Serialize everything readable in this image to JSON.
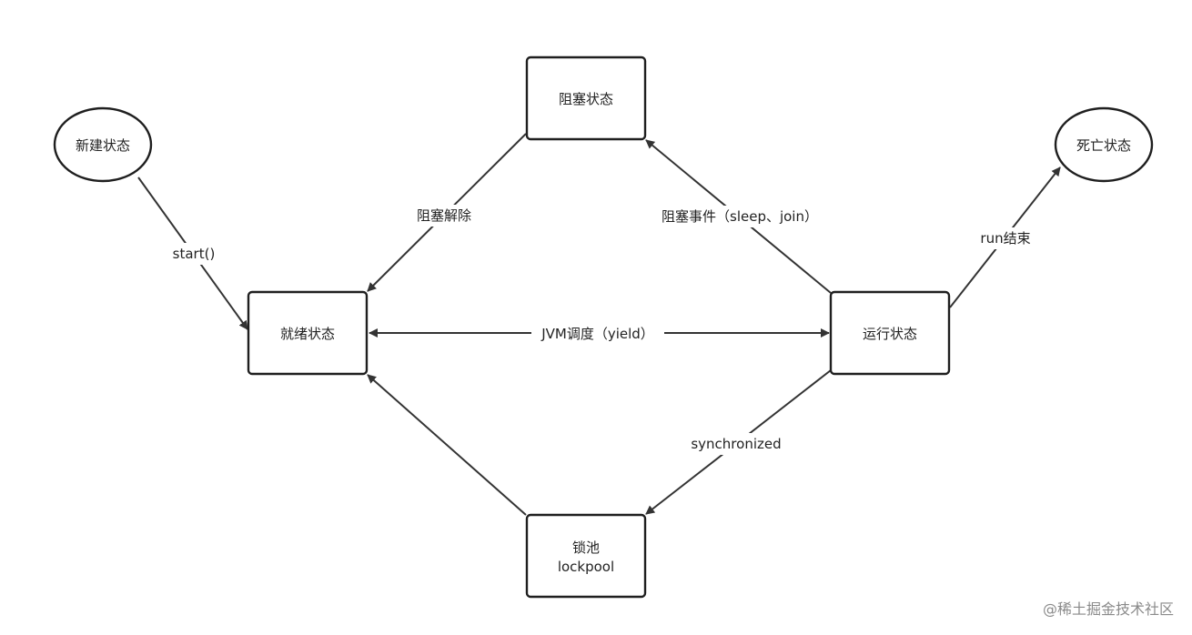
{
  "diagram": {
    "nodes": {
      "new": {
        "label": "新建状态",
        "shape": "ellipse"
      },
      "ready": {
        "label": "就绪状态",
        "shape": "rect"
      },
      "running": {
        "label": "运行状态",
        "shape": "rect"
      },
      "blocked": {
        "label": "阻塞状态",
        "shape": "rect"
      },
      "dead": {
        "label": "死亡状态",
        "shape": "ellipse"
      },
      "lockpool": {
        "label_line1": "锁池",
        "label_line2": "lockpool",
        "shape": "rect"
      }
    },
    "edges": {
      "start": {
        "from": "new",
        "to": "ready",
        "label": "start()"
      },
      "unblock": {
        "from": "blocked",
        "to": "ready",
        "label": "阻塞解除"
      },
      "block_event": {
        "from": "running",
        "to": "blocked",
        "label": "阻塞事件（sleep、join）"
      },
      "jvm_schedule": {
        "from": "running",
        "to": "ready",
        "label": "JVM调度（yield）",
        "bidirectional": true
      },
      "run_end": {
        "from": "running",
        "to": "dead",
        "label": "run结束"
      },
      "synchronized": {
        "from": "running",
        "to": "lockpool",
        "label": "synchronized"
      },
      "lock_acquired": {
        "from": "lockpool",
        "to": "ready",
        "label": ""
      }
    },
    "colors": {
      "stroke": "#1f1f1f",
      "arrow": "#333333",
      "text": "#222222",
      "background": "#ffffff"
    }
  },
  "watermark": "@稀土掘金技术社区"
}
